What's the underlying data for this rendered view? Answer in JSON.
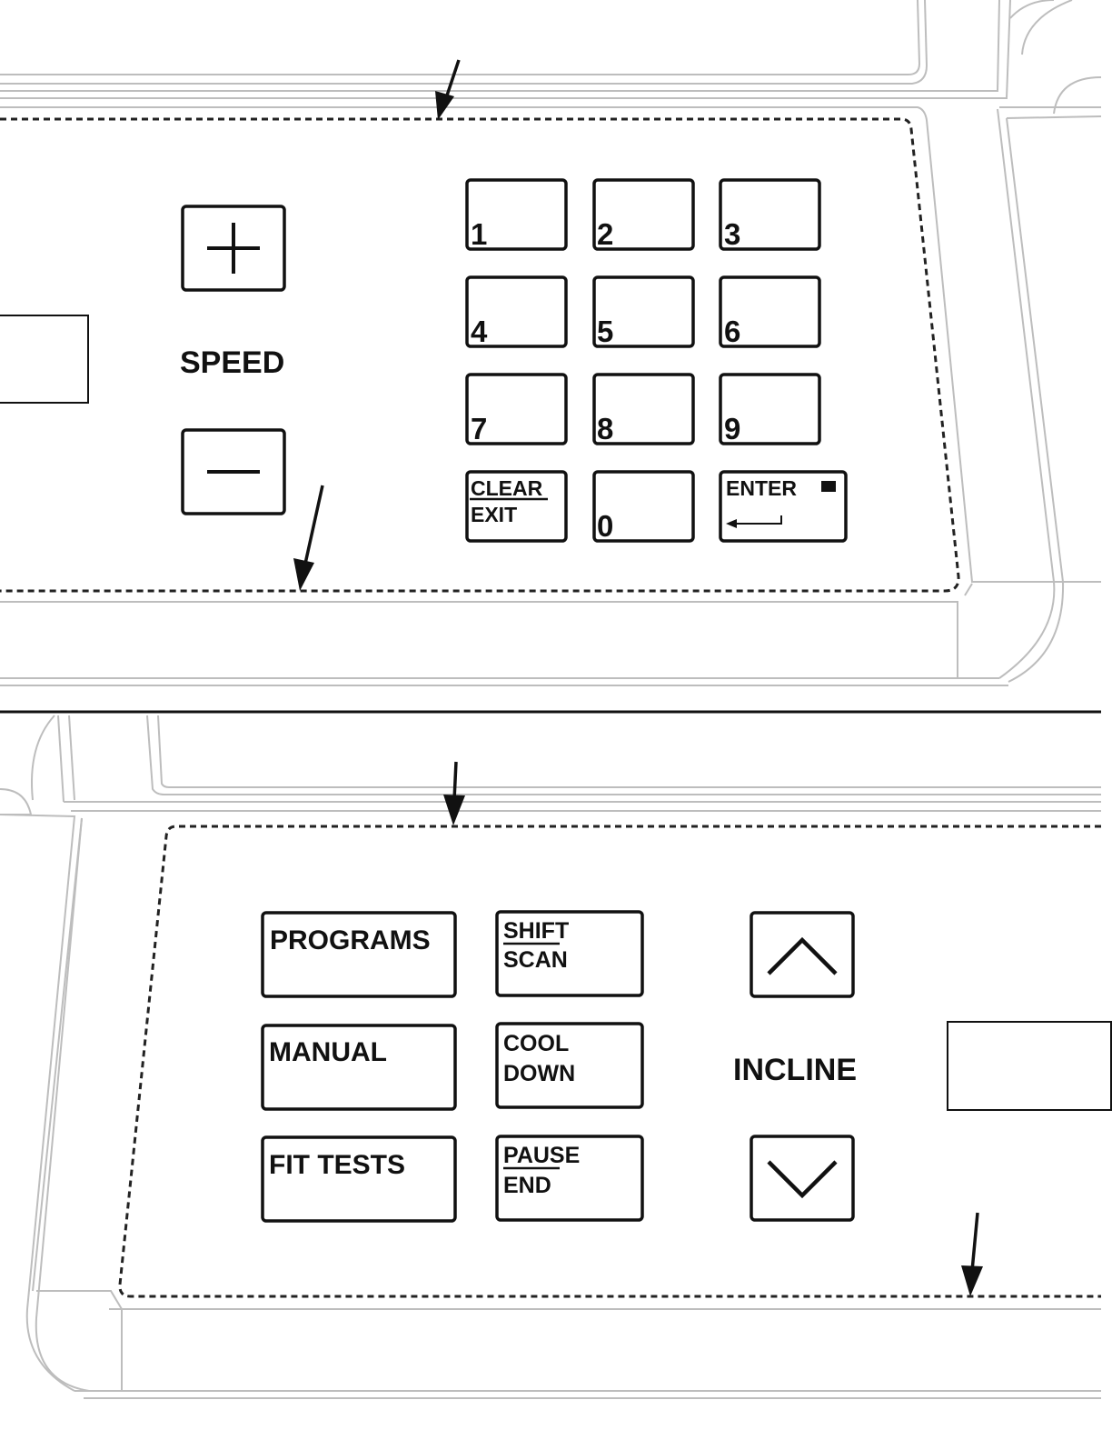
{
  "top_panel": {
    "speed_label": "SPEED",
    "speed_up_symbol": "+",
    "speed_down_symbol": "−",
    "keypad": {
      "digits": [
        "1",
        "2",
        "3",
        "4",
        "5",
        "6",
        "7",
        "8",
        "9"
      ],
      "zero": "0",
      "clear_top": "CLEAR",
      "clear_bottom": "EXIT",
      "enter": "ENTER"
    }
  },
  "bottom_panel": {
    "incline_label": "INCLINE",
    "programs": "PROGRAMS",
    "manual": "MANUAL",
    "fit_tests": "FIT TESTS",
    "shift_top": "SHIFT",
    "shift_bottom": "SCAN",
    "cool_top": "COOL",
    "cool_bottom": "DOWN",
    "pause_top": "PAUSE",
    "pause_bottom": "END"
  },
  "icons": {
    "speed_up": "plus-icon",
    "speed_down": "minus-icon",
    "enter": "return-arrow-icon",
    "incline_up": "chevron-up-icon",
    "incline_down": "chevron-down-icon"
  }
}
